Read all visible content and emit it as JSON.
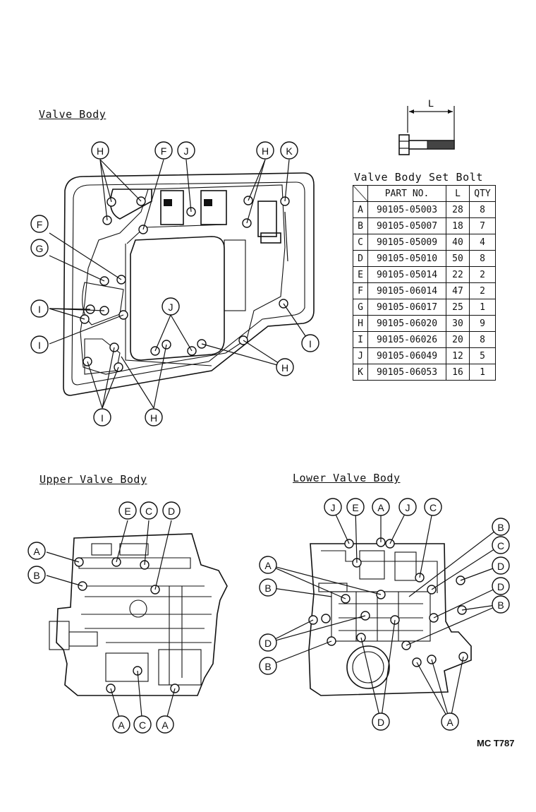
{
  "headings": {
    "valve_body": "Valve Body",
    "upper_valve_body": "Upper Valve Body",
    "lower_valve_body": "Lower Valve Body"
  },
  "bolt_dim_label": "L",
  "table": {
    "title": "Valve Body Set Bolt",
    "columns": [
      "",
      "PART NO.",
      "L",
      "QTY"
    ],
    "rows": [
      [
        "A",
        "90105-05003",
        "28",
        "8"
      ],
      [
        "B",
        "90105-05007",
        "18",
        "7"
      ],
      [
        "C",
        "90105-05009",
        "40",
        "4"
      ],
      [
        "D",
        "90105-05010",
        "50",
        "8"
      ],
      [
        "E",
        "90105-05014",
        "22",
        "2"
      ],
      [
        "F",
        "90105-06014",
        "47",
        "2"
      ],
      [
        "G",
        "90105-06017",
        "25",
        "1"
      ],
      [
        "H",
        "90105-06020",
        "30",
        "9"
      ],
      [
        "I",
        "90105-06026",
        "20",
        "8"
      ],
      [
        "J",
        "90105-06049",
        "12",
        "5"
      ],
      [
        "K",
        "90105-06053",
        "16",
        "1"
      ]
    ]
  },
  "callouts": {
    "valve_body": [
      "H",
      "F",
      "J",
      "H",
      "K",
      "F",
      "G",
      "I",
      "I",
      "J",
      "I",
      "H",
      "I",
      "H"
    ],
    "upper_valve_body": [
      "E",
      "C",
      "D",
      "A",
      "B",
      "A",
      "C",
      "A"
    ],
    "lower_valve_body": [
      "J",
      "E",
      "A",
      "J",
      "C",
      "B",
      "C",
      "A",
      "D",
      "D",
      "B",
      "D",
      "B",
      "B",
      "D",
      "A"
    ]
  },
  "figure_code": "MC T787"
}
